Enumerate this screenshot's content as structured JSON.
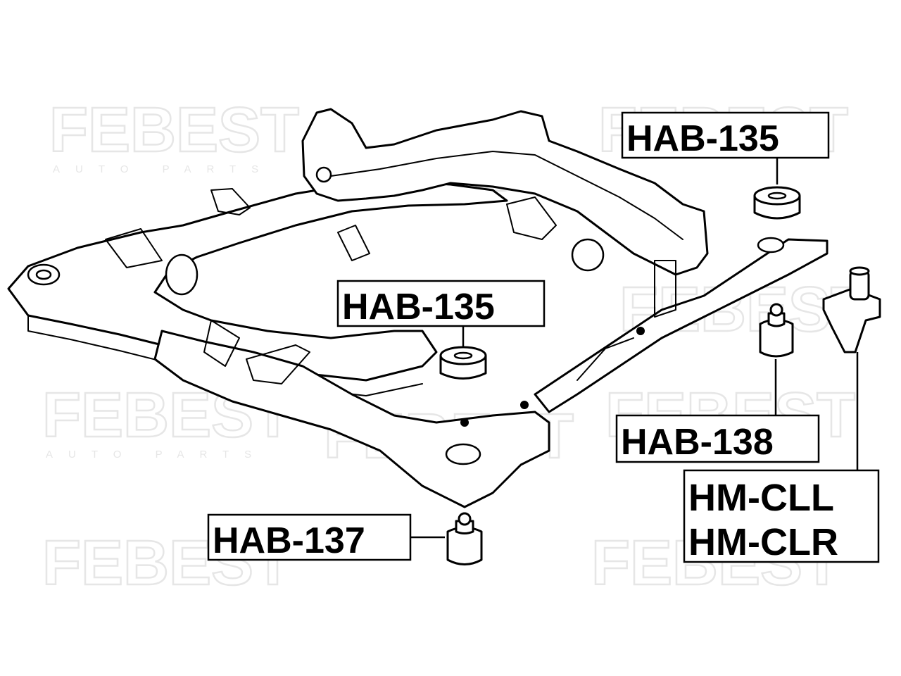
{
  "watermark": {
    "brand": "FEBEST",
    "tagline": "AUTO PARTS"
  },
  "labels": {
    "hab135_top": "HAB-135",
    "hab135_center": "HAB-135",
    "hab138": "HAB-138",
    "hab137": "HAB-137",
    "hm_cll": "HM-CLL",
    "hm_clr": "HM-CLR"
  }
}
